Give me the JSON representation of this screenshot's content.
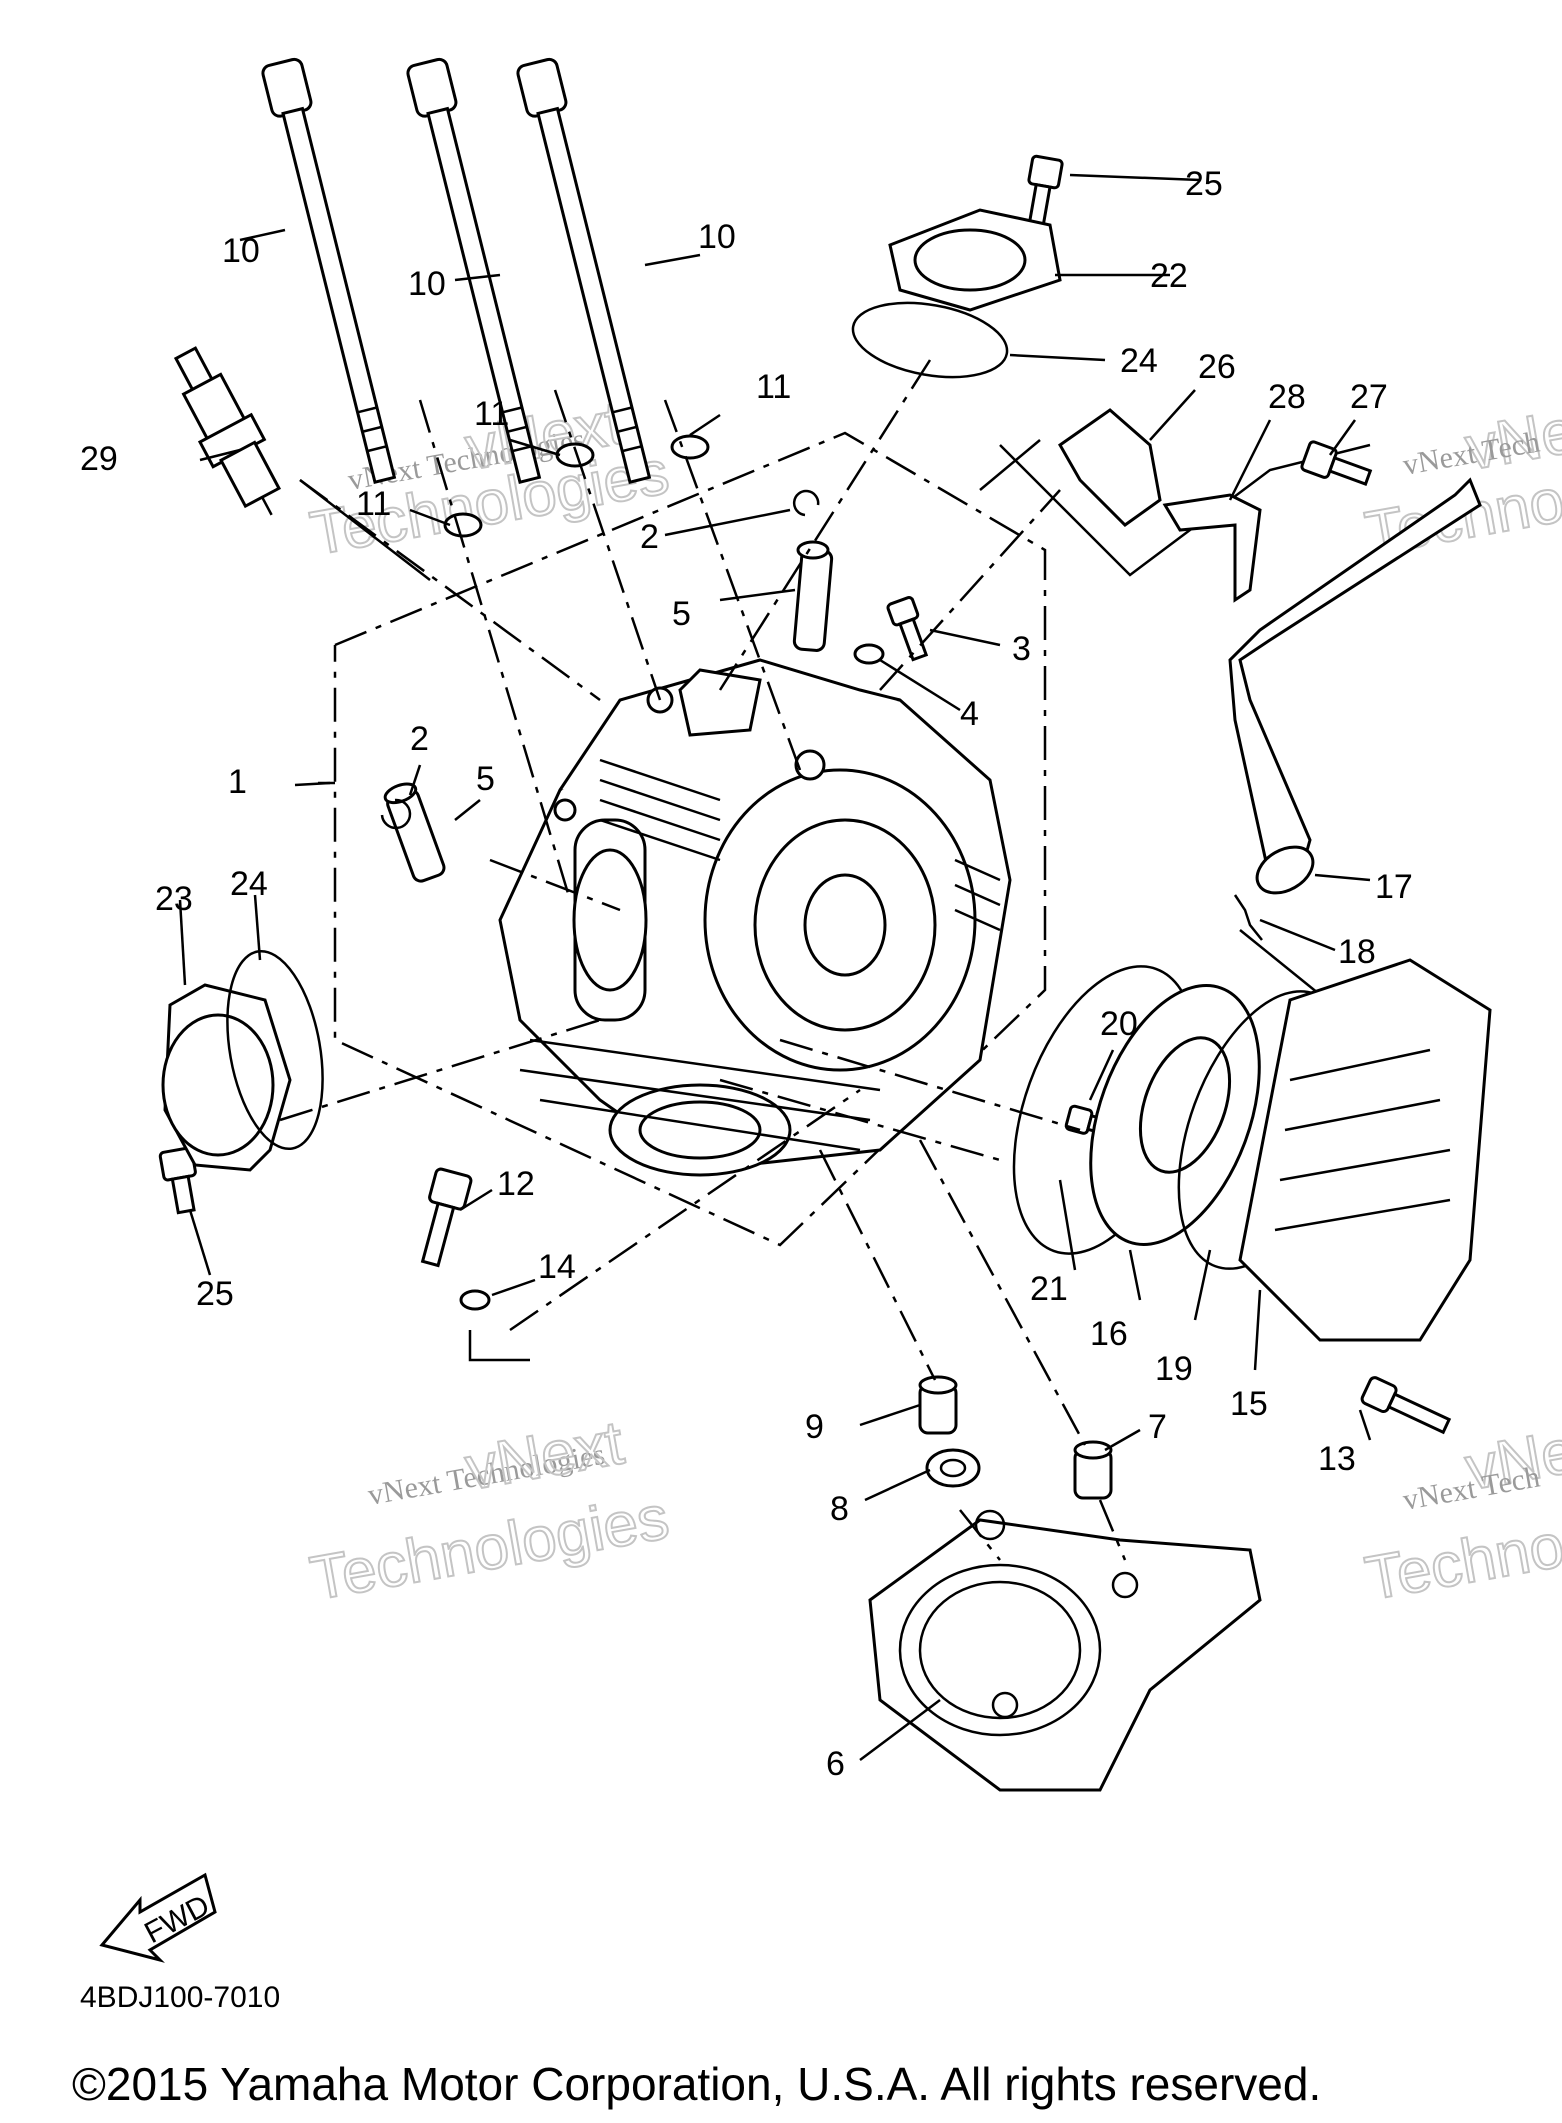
{
  "diagram_code": "4BDJ100-7010",
  "copyright": "©2015 Yamaha Motor Corporation, U.S.A. All rights reserved.",
  "fwd_label": "FWD",
  "watermarks": {
    "line1": "vNext Technologies",
    "line2": "vNext",
    "line3": "Technologies",
    "edge1": "vNext",
    "edge2": "vNext Tech",
    "edge3": "Techno"
  },
  "callouts": [
    {
      "id": "c1",
      "text": "1"
    },
    {
      "id": "c2a",
      "text": "2"
    },
    {
      "id": "c2b",
      "text": "2"
    },
    {
      "id": "c3",
      "text": "3"
    },
    {
      "id": "c4",
      "text": "4"
    },
    {
      "id": "c5a",
      "text": "5"
    },
    {
      "id": "c5b",
      "text": "5"
    },
    {
      "id": "c6",
      "text": "6"
    },
    {
      "id": "c7",
      "text": "7"
    },
    {
      "id": "c8",
      "text": "8"
    },
    {
      "id": "c9",
      "text": "9"
    },
    {
      "id": "c10a",
      "text": "10"
    },
    {
      "id": "c10b",
      "text": "10"
    },
    {
      "id": "c10c",
      "text": "10"
    },
    {
      "id": "c11a",
      "text": "11"
    },
    {
      "id": "c11b",
      "text": "11"
    },
    {
      "id": "c11c",
      "text": "11"
    },
    {
      "id": "c12",
      "text": "12"
    },
    {
      "id": "c13",
      "text": "13"
    },
    {
      "id": "c14",
      "text": "14"
    },
    {
      "id": "c15",
      "text": "15"
    },
    {
      "id": "c16",
      "text": "16"
    },
    {
      "id": "c17",
      "text": "17"
    },
    {
      "id": "c18",
      "text": "18"
    },
    {
      "id": "c19",
      "text": "19"
    },
    {
      "id": "c20",
      "text": "20"
    },
    {
      "id": "c21",
      "text": "21"
    },
    {
      "id": "c22",
      "text": "22"
    },
    {
      "id": "c23",
      "text": "23"
    },
    {
      "id": "c24a",
      "text": "24"
    },
    {
      "id": "c24b",
      "text": "24"
    },
    {
      "id": "c25a",
      "text": "25"
    },
    {
      "id": "c25b",
      "text": "25"
    },
    {
      "id": "c26",
      "text": "26"
    },
    {
      "id": "c27",
      "text": "27"
    },
    {
      "id": "c28",
      "text": "28"
    },
    {
      "id": "c29",
      "text": "29"
    }
  ]
}
